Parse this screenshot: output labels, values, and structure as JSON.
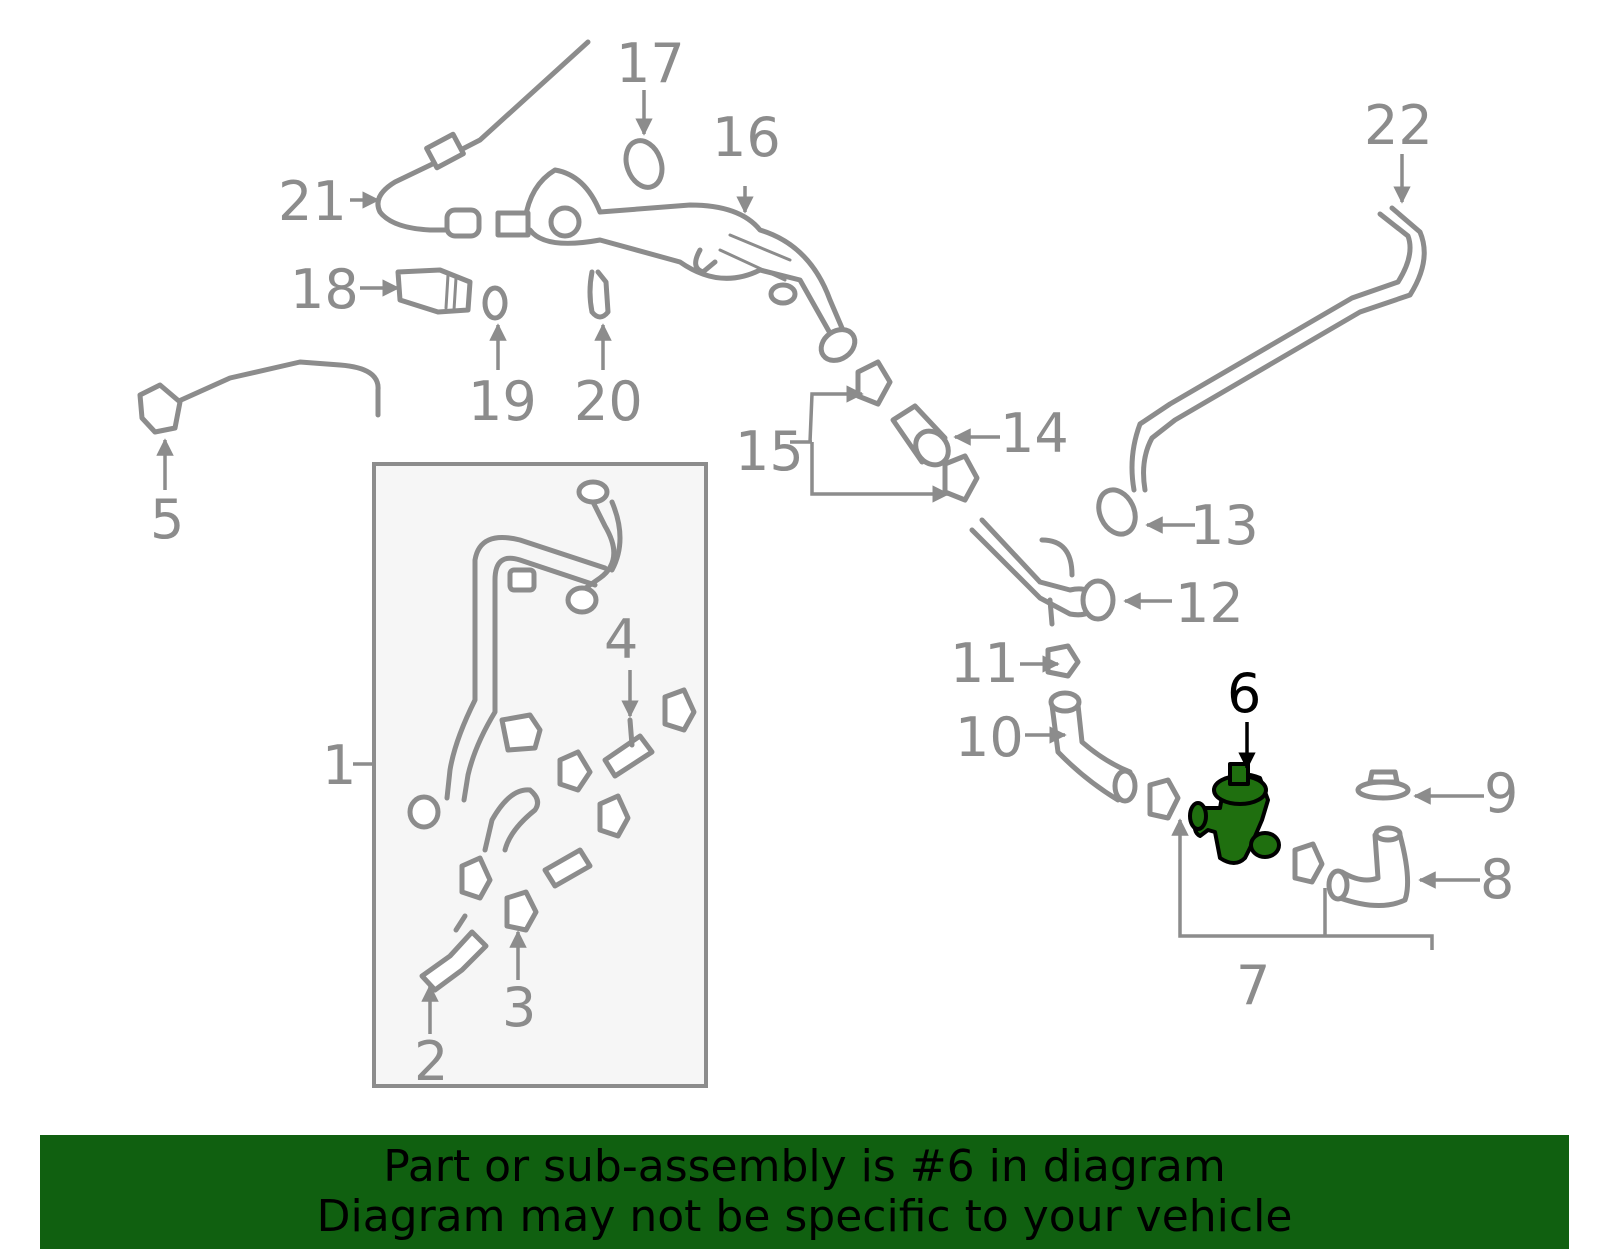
{
  "callouts": [
    "1",
    "2",
    "3",
    "4",
    "5",
    "6",
    "7",
    "8",
    "9",
    "10",
    "11",
    "12",
    "13",
    "14",
    "15",
    "16",
    "17",
    "18",
    "19",
    "20",
    "21",
    "22"
  ],
  "highlighted_part": "6",
  "colors": {
    "line": "#8c8c8c",
    "highlight_fill": "#1f6f0f",
    "banner": "#106010",
    "inset_box_fill": "#f6f6f6"
  },
  "banner": {
    "line1": "Part or sub-assembly is #6 in diagram",
    "line2": "Diagram may not be specific to your vehicle"
  }
}
